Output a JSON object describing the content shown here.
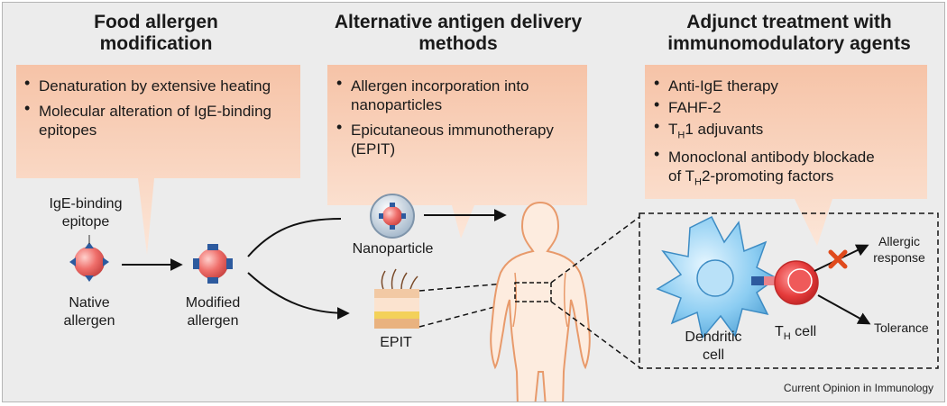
{
  "headings": {
    "food": "Food allergen modification",
    "alt": "Alternative antigen delivery methods",
    "adj": "Adjunct treatment with immunomodulatory agents"
  },
  "food_items": [
    "Denaturation by extensive heating",
    "Molecular alteration of IgE-binding epitopes"
  ],
  "alt_items": [
    "Allergen incorporation into nanoparticles",
    "Epicutaneous immunotherapy (EPIT)"
  ],
  "adj_items": {
    "anti_ige": "Anti-IgE therapy",
    "fahf": "FAHF-2",
    "th1_prefix": "T",
    "th1_sub": "H",
    "th1_suffix": "1 adjuvants",
    "mab_line1": "Monoclonal antibody blockade",
    "mab_prefix": "of T",
    "mab_sub": "H",
    "mab_suffix": "2-promoting factors"
  },
  "labels": {
    "epitope": "IgE-binding epitope",
    "native": "Native allergen",
    "modified": "Modified allergen",
    "nanoparticle": "Nanoparticle",
    "epit": "EPIT",
    "allergic": "Allergic response",
    "tolerance": "Tolerance",
    "dendritic": "Dendritic cell",
    "th_prefix": "T",
    "th_sub": "H",
    "th_suffix": " cell"
  },
  "credit": "Current Opinion in Immunology",
  "colors": {
    "callout_top": "#f6c4a8",
    "callout_bottom": "#fbe3d4",
    "allergen": "#e8615f",
    "epitope": "#2d5a9e",
    "dendritic": "#7cc0ea",
    "tcell": "#e43c3c",
    "body_outline": "#e89a6b",
    "block_x": "#e04a1c"
  }
}
